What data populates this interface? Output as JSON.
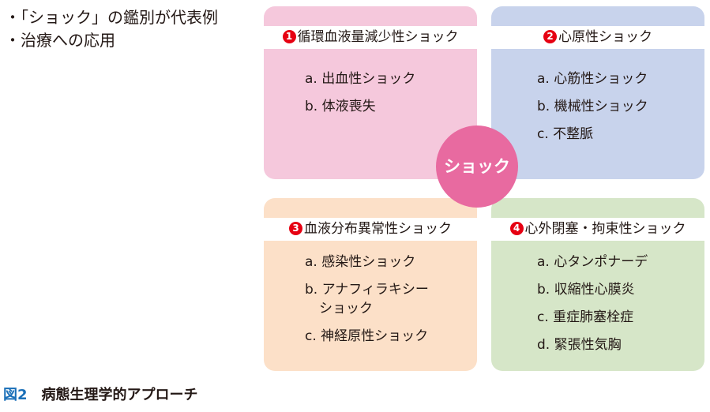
{
  "notes": [
    "・「ショック」の鑑別が代表例",
    "・治療への応用"
  ],
  "center": "ショック",
  "colors": {
    "pink": "#f5c8dc",
    "blue": "#c8d3ec",
    "peach": "#fce0c8",
    "green": "#d6e6c8",
    "circle": "#e86aa0",
    "number": "#e60012",
    "figure": "#1a6fb8"
  },
  "boxes": [
    {
      "num": "1",
      "title": "循環血液量減少性ショック",
      "items": [
        "a. 出血性ショック",
        "b. 体液喪失"
      ]
    },
    {
      "num": "2",
      "title": "心原性ショック",
      "items": [
        "a. 心筋性ショック",
        "b. 機械性ショック",
        "c. 不整脈"
      ]
    },
    {
      "num": "3",
      "title": "血液分布異常性ショック",
      "items": [
        "a. 感染性ショック",
        "b. アナフィラキシー",
        "ショック",
        "c. 神経原性ショック"
      ]
    },
    {
      "num": "4",
      "title": "心外閉塞・拘束性ショック",
      "items": [
        "a. 心タンポナーデ",
        "b. 収縮性心膜炎",
        "c. 重症肺塞栓症",
        "d. 緊張性気胸"
      ]
    }
  ],
  "caption": {
    "label": "図2",
    "title": "病態生理学的アプローチ"
  }
}
